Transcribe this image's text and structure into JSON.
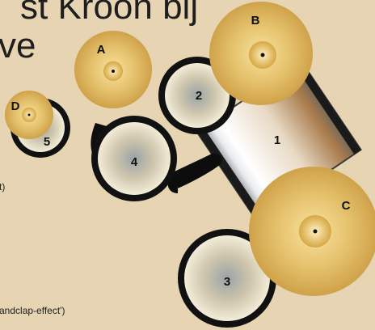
{
  "title": {
    "line1": "st Kroon bij",
    "line2": "ve"
  },
  "side_text": {
    "line1": "t)",
    "line2": "andclap-effect')"
  },
  "drums": [
    {
      "label": "1",
      "type": "bass drum"
    },
    {
      "label": "2",
      "type": "tom"
    },
    {
      "label": "3",
      "type": "floor tom"
    },
    {
      "label": "4",
      "type": "snare drum"
    },
    {
      "label": "5",
      "type": "tom"
    }
  ],
  "cymbals": [
    {
      "label": "A"
    },
    {
      "label": "B"
    },
    {
      "label": "C"
    },
    {
      "label": "D"
    }
  ],
  "colors": {
    "background": "#e6d4b2",
    "drum_rim": "#111111",
    "cymbal_gold": "#d8b15c",
    "label": "#111111"
  }
}
